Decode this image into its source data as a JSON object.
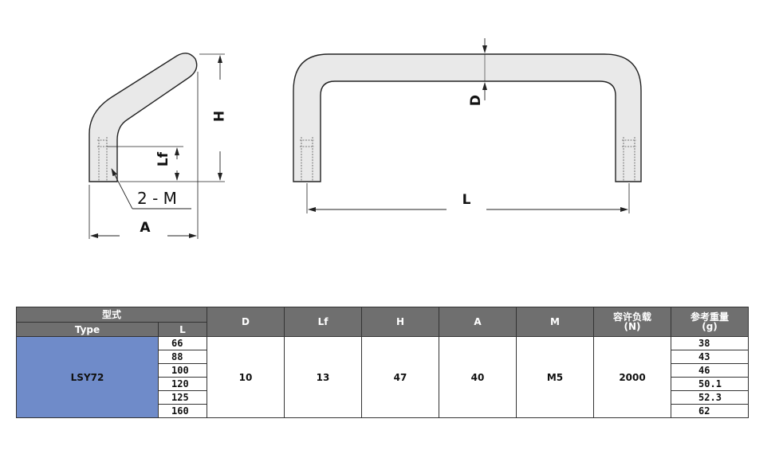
{
  "drawing": {
    "side_view": {
      "label_H": "H",
      "label_Lf": "Lf",
      "label_M": "2 - M",
      "label_A": "A"
    },
    "front_view": {
      "label_D": "D",
      "label_L": "L"
    }
  },
  "table": {
    "header": {
      "type_cn": "型式",
      "type_en": "Type",
      "L": "L",
      "D": "D",
      "Lf": "Lf",
      "H": "H",
      "A": "A",
      "M": "M",
      "load_cn": "容许负载",
      "load_unit": "(N)",
      "weight_cn": "参考重量",
      "weight_unit": "(g)"
    },
    "type_name": "LSY72",
    "L_values": [
      "66",
      "88",
      "100",
      "120",
      "125",
      "160"
    ],
    "D": "10",
    "Lf": "13",
    "H": "47",
    "A": "40",
    "M": "M5",
    "load": "2000",
    "weights": [
      "38",
      "43",
      "46",
      "50.1",
      "52.3",
      "62"
    ]
  }
}
